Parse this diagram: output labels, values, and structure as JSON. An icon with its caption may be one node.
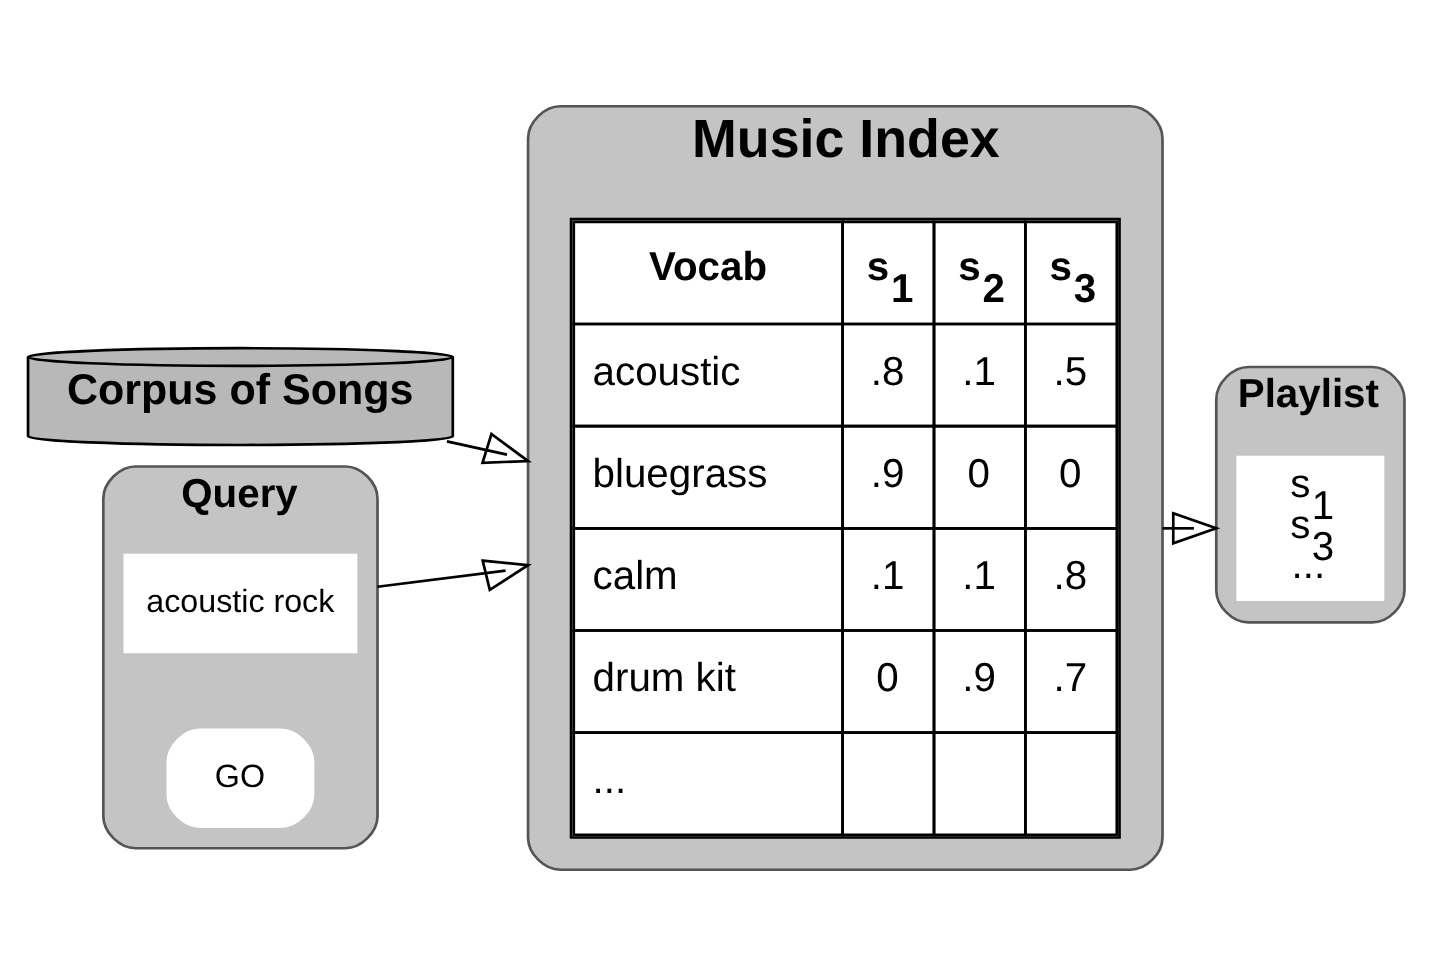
{
  "diagram": {
    "nodes": [
      {
        "text": [
          "Corpus of Songs"
        ]
      },
      {
        "text": [
          "Music Index"
        ]
      },
      {
        "text": [
          "Query"
        ]
      },
      {
        "text": [
          "acoustic rock"
        ],
        "in": 2
      },
      {
        "text": [
          "GO"
        ],
        "in": 2
      },
      {
        "text": [
          "Playlist"
        ]
      },
      {
        "text": [
          "s$_{1}$ s$_{3}$ ..."
        ],
        "in": 5
      }
    ],
    "edges": [
      {
        "from": 0,
        "to": 1,
        "arrow": "to"
      },
      {
        "from": 2,
        "to": 1,
        "arrow": "to"
      },
      {
        "from": 1,
        "to": 5,
        "arrow": "to"
      }
    ],
    "labels": [
      "Vocab",
      "s$_{1}$",
      "s$_{2}$",
      "s$_{3}$",
      "acoustic",
      ".8",
      ".1",
      ".5",
      "bluegrass",
      ".9",
      "0",
      "0",
      "calm",
      ".1",
      ".1",
      ".8",
      "drum kit",
      "0",
      ".9",
      ".7",
      "..."
    ]
  }
}
